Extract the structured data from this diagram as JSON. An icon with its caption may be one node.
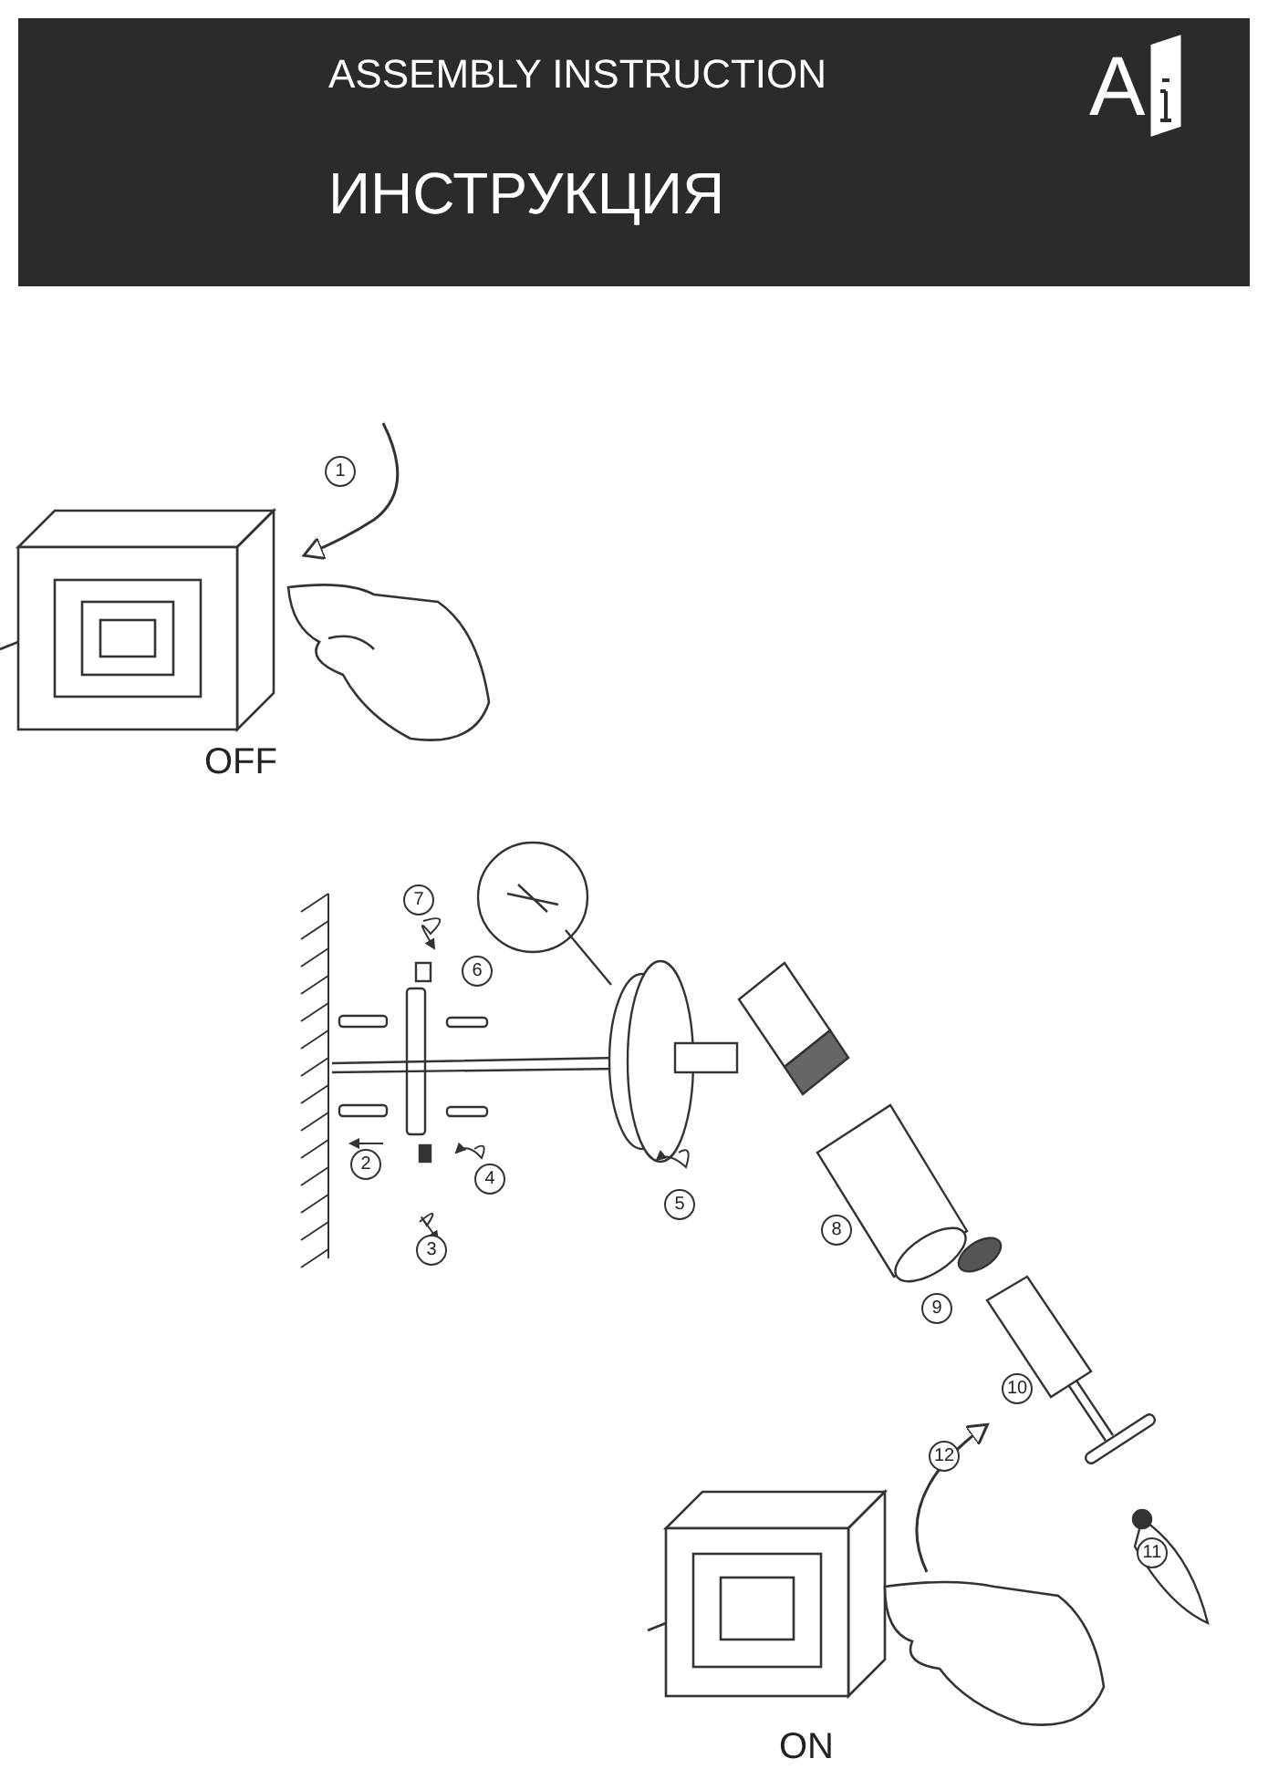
{
  "diagram": {
    "labels": [
      "ASSEMBLY INSTRUCTION",
      "A",
      "ИНСТРУКЦИЯ",
      "1",
      "OFF",
      "7",
      "6",
      "2",
      "4",
      "3",
      "5",
      "8",
      "9",
      "10",
      "12",
      "11",
      "ON"
    ]
  }
}
